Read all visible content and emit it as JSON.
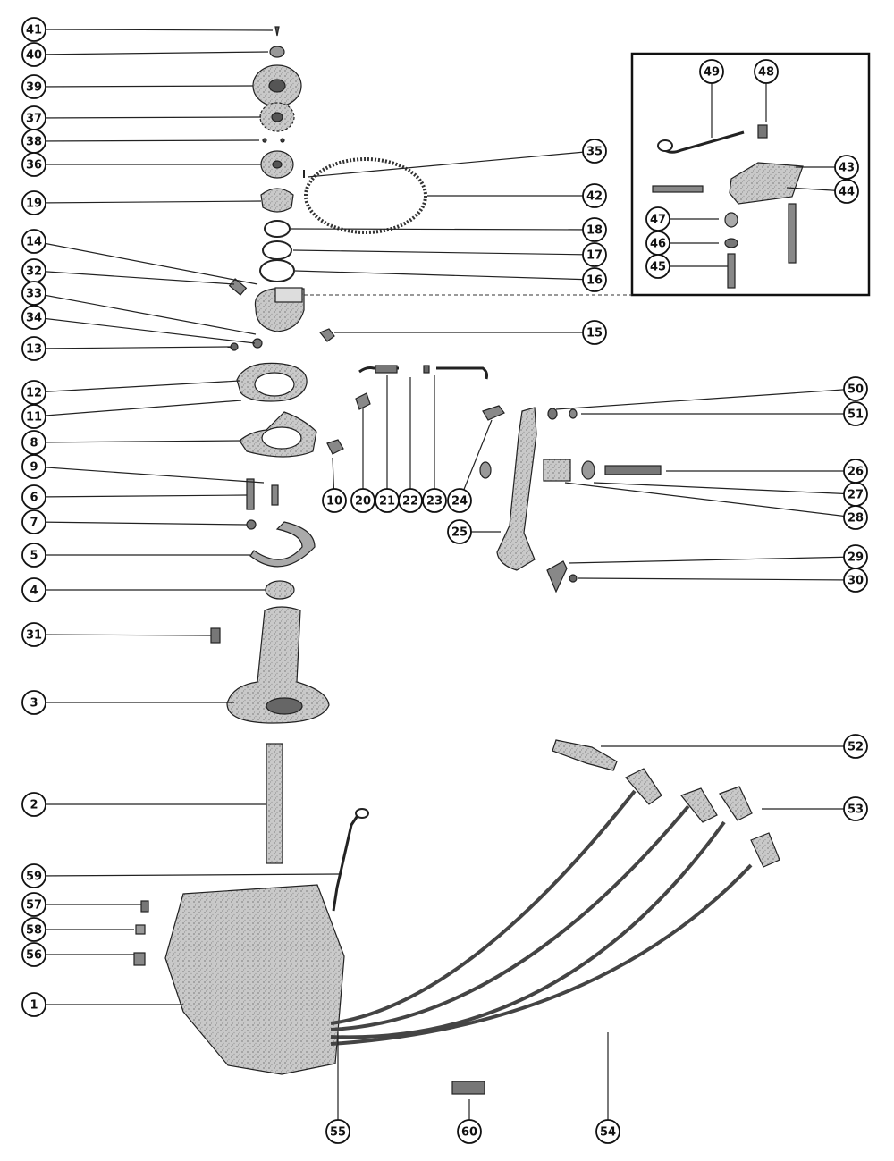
{
  "diagram": {
    "kind": "exploded parts diagram",
    "callout_numbers": [
      "1",
      "2",
      "3",
      "4",
      "5",
      "6",
      "7",
      "8",
      "9",
      "10",
      "11",
      "12",
      "13",
      "14",
      "15",
      "16",
      "17",
      "18",
      "19",
      "20",
      "21",
      "22",
      "23",
      "24",
      "25",
      "26",
      "27",
      "28",
      "29",
      "30",
      "31",
      "32",
      "33",
      "34",
      "35",
      "36",
      "37",
      "38",
      "39",
      "40",
      "41",
      "42",
      "43",
      "44",
      "45",
      "46",
      "47",
      "48",
      "49",
      "50",
      "51",
      "52",
      "53",
      "54",
      "55",
      "56",
      "57",
      "58",
      "59",
      "60"
    ],
    "colors": {
      "ink": "#1a1a1a",
      "part_fill": "#b8b8b8",
      "part_dark": "#6e6e6e",
      "background": "#ffffff"
    }
  }
}
